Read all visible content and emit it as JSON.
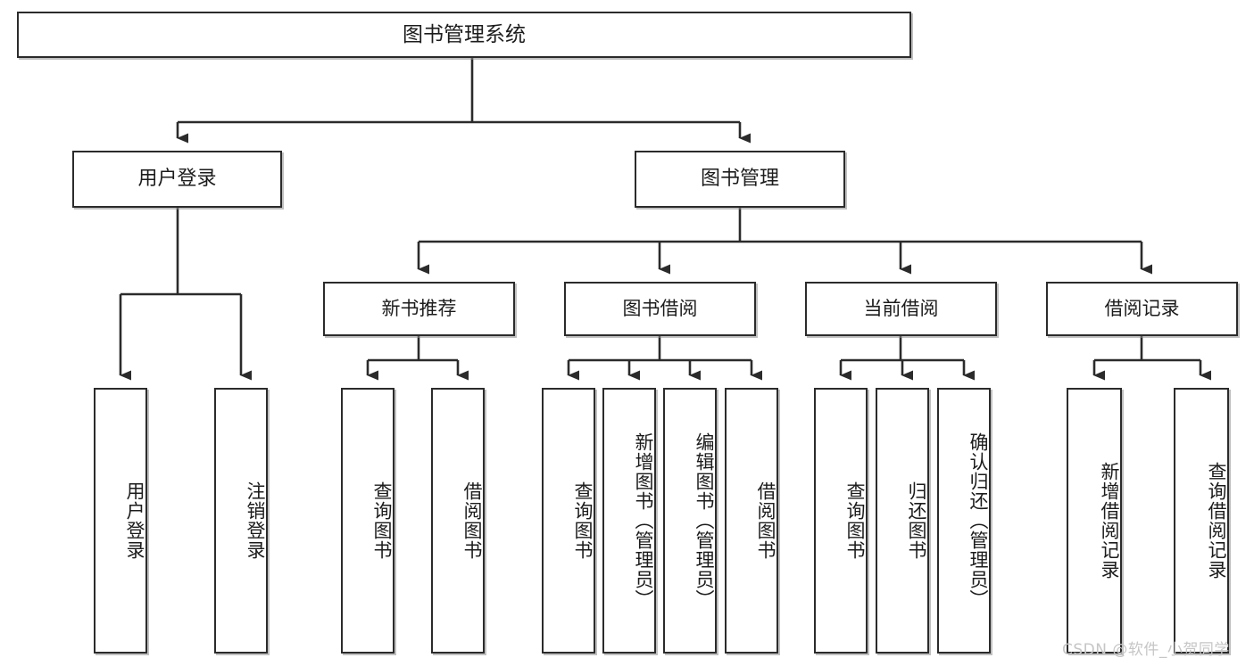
{
  "diagram": {
    "type": "tree-hierarchy-chart",
    "title": "图书管理系统",
    "root": {
      "id": "root",
      "label": "图书管理系统"
    },
    "level1": [
      {
        "id": "user-login",
        "label": "用户登录"
      },
      {
        "id": "book-manage",
        "label": "图书管理"
      }
    ],
    "level2": [
      {
        "id": "new-book-recommend",
        "label": "新书推荐",
        "parent": "book-manage"
      },
      {
        "id": "book-borrow",
        "label": "图书借阅",
        "parent": "book-manage"
      },
      {
        "id": "current-borrow",
        "label": "当前借阅",
        "parent": "book-manage"
      },
      {
        "id": "borrow-record",
        "label": "借阅记录",
        "parent": "book-manage"
      }
    ],
    "leaves": {
      "user_login": [
        {
          "id": "leaf-user-login",
          "label": "用户登录"
        },
        {
          "id": "leaf-user-logout",
          "label": "注销登录"
        }
      ],
      "new_book_recommend": [
        {
          "id": "leaf-query-book-1",
          "label": "查询图书"
        },
        {
          "id": "leaf-borrow-book-1",
          "label": "借阅图书"
        }
      ],
      "book_borrow": [
        {
          "id": "leaf-query-book-2",
          "label": "查询图书"
        },
        {
          "id": "leaf-add-book",
          "label": "新增图书（管理员）"
        },
        {
          "id": "leaf-edit-book",
          "label": "编辑图书（管理员）"
        },
        {
          "id": "leaf-borrow-book-2",
          "label": "借阅图书"
        }
      ],
      "current_borrow": [
        {
          "id": "leaf-query-book-3",
          "label": "查询图书"
        },
        {
          "id": "leaf-return-book",
          "label": "归还图书"
        },
        {
          "id": "leaf-confirm-return",
          "label": "确认归还（管理员）"
        }
      ],
      "borrow_record": [
        {
          "id": "leaf-add-record",
          "label": "新增借阅记录"
        },
        {
          "id": "leaf-query-record",
          "label": "查询借阅记录"
        }
      ]
    },
    "watermark": "CSDN @软件_小贺同学",
    "colors": {
      "background": "#ffffff",
      "border": "#2b2b2b",
      "text": "#1c1c1c",
      "edge": "#2b2b2b",
      "watermark": "#c6c6c6"
    }
  }
}
